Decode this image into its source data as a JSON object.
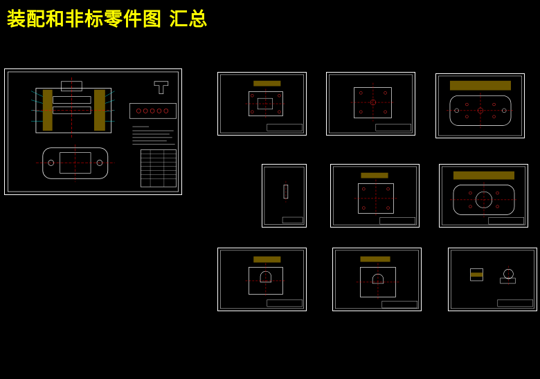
{
  "header": {
    "title": "装配和非标零件图  汇总"
  },
  "colors": {
    "background": "#000000",
    "title": "#ffff00",
    "sheet_border": "#ffffff",
    "center_line": "#ff0000",
    "part_outline": "#ffffff",
    "hatch": "#c8a000",
    "dimension": "#00ffff"
  },
  "sheets": [
    {
      "id": "assembly",
      "kind": "assembly-drawing"
    },
    {
      "id": "part-1",
      "kind": "part-drawing"
    },
    {
      "id": "part-2",
      "kind": "part-drawing"
    },
    {
      "id": "part-3",
      "kind": "part-drawing"
    },
    {
      "id": "part-4",
      "kind": "part-drawing"
    },
    {
      "id": "part-5",
      "kind": "part-drawing"
    },
    {
      "id": "part-6",
      "kind": "part-drawing"
    },
    {
      "id": "part-7",
      "kind": "part-drawing"
    },
    {
      "id": "part-8",
      "kind": "part-drawing"
    },
    {
      "id": "part-9",
      "kind": "part-drawing"
    }
  ]
}
